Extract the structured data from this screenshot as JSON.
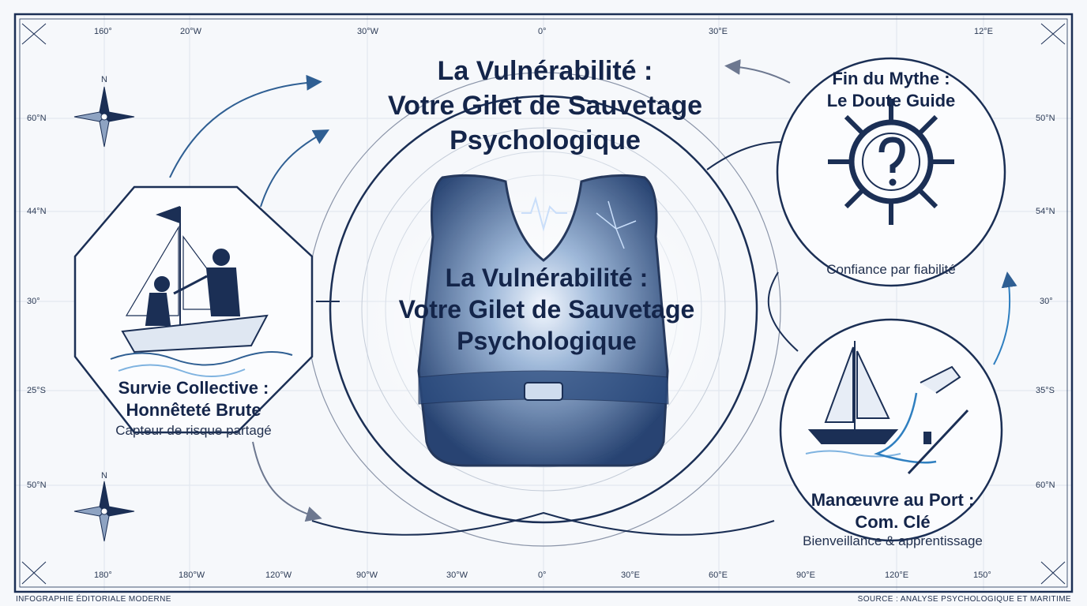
{
  "main_title": {
    "line1": "La Vulnérabilité :",
    "line2": "Votre Gilet de Sauvetage",
    "line3": "Psychologique"
  },
  "vest_title": {
    "line1": "La Vulnérabilité :",
    "line2": "Votre Gilet de Sauvetage",
    "line3": "Psychologique"
  },
  "left_panel": {
    "title_line1": "Survie Collective :",
    "title_line2": "Honnêteté Brute",
    "subtitle": "Capteur de risque partagé",
    "icon": "sailboat-crew-icon"
  },
  "top_right_panel": {
    "title_line1": "Fin du Mythe :",
    "title_line2": "Le Doute Guide",
    "subtitle": "Confiance par fiabilité",
    "icon": "ship-wheel-question-icon"
  },
  "bottom_right_panel": {
    "title_line1": "Manœuvre au Port :",
    "title_line2": "Com. Clé",
    "subtitle": "Bienveillance & apprentissage",
    "icon": "docked-sailboat-icon"
  },
  "coords": {
    "top": [
      "160°",
      "20°W",
      "30°W",
      "0°",
      "30°E",
      "12°E"
    ],
    "bottom": [
      "180°",
      "180°W",
      "120°W",
      "90°W",
      "30°W",
      "0°",
      "30°E",
      "60°E",
      "90°E",
      "120°E",
      "150°"
    ],
    "left": [
      "60°N",
      "44°N",
      "30°",
      "25°S",
      "50°N"
    ],
    "right": [
      "50°N",
      "54°N",
      "30°",
      "35°S",
      "60°N"
    ]
  },
  "compass_label": "N",
  "footer": {
    "left": "INFOGRAPHIE ÉDITORIALE MODERNE",
    "right": "SOURCE : ANALYSE PSYCHOLOGIQUE ET MARITIME"
  },
  "colors": {
    "navy": "#14254a",
    "blue": "#2f5f93",
    "light_blue": "#7fb3e0",
    "background": "#f6f8fb"
  }
}
